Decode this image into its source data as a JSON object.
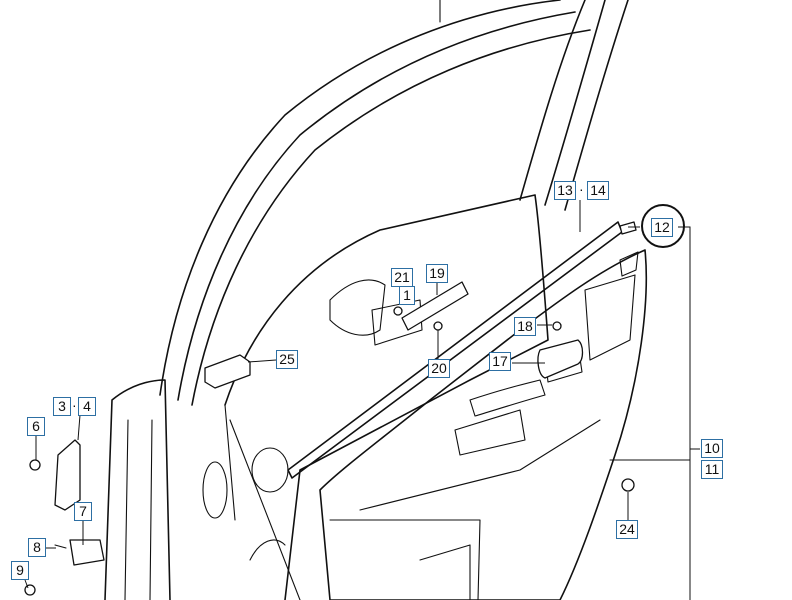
{
  "diagram": {
    "callouts": [
      {
        "id": "c13",
        "label": "13"
      },
      {
        "id": "c14",
        "label": "14"
      },
      {
        "id": "c12",
        "label": "12"
      },
      {
        "id": "c21",
        "label": "21"
      },
      {
        "id": "c19",
        "label": "19"
      },
      {
        "id": "c1",
        "label": "1"
      },
      {
        "id": "c18",
        "label": "18"
      },
      {
        "id": "c25",
        "label": "25"
      },
      {
        "id": "c17",
        "label": "17"
      },
      {
        "id": "c20",
        "label": "20"
      },
      {
        "id": "c3",
        "label": "3"
      },
      {
        "id": "c4",
        "label": "4"
      },
      {
        "id": "c6",
        "label": "6"
      },
      {
        "id": "c10",
        "label": "10"
      },
      {
        "id": "c11",
        "label": "11"
      },
      {
        "id": "c7",
        "label": "7"
      },
      {
        "id": "c24",
        "label": "24"
      },
      {
        "id": "c8",
        "label": "8"
      },
      {
        "id": "c9",
        "label": "9"
      }
    ],
    "separators": [
      "·",
      "·"
    ],
    "highlighted": "12",
    "colors": {
      "callout_border": "#2d6fa3",
      "line": "#111111",
      "background": "#ffffff"
    }
  }
}
